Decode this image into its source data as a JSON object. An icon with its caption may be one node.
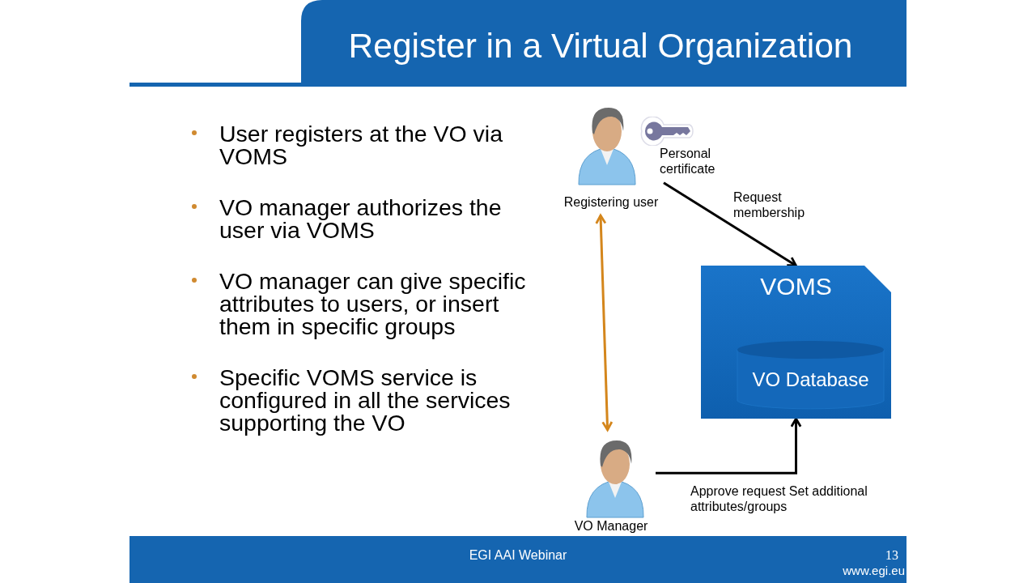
{
  "diagram": {
    "title": "Register in a Virtual Organization",
    "nodes": [
      {
        "text": [
          "Registering user"
        ],
        "beside": [
          "Personal certificate"
        ]
      },
      {
        "text": [
          "VOMS"
        ]
      },
      {
        "text": [
          "VO Database"
        ],
        "in": 1
      },
      {
        "text": [
          "VO Manager"
        ]
      }
    ],
    "edges": [
      {
        "from": 0,
        "to": 1,
        "arrow": "to",
        "label": "Request membership"
      },
      {
        "from": 0,
        "to": 3,
        "arrow": "both",
        "color": "#d4861c"
      },
      {
        "from": 3,
        "to": 1,
        "arrow": "to",
        "label": "Approve request Set additional attributes/groups"
      }
    ],
    "labels": [
      "User registers at the VO via VOMS",
      "VO manager authorizes the user via VOMS",
      "VO manager can give specific attributes to users, or insert them in specific groups",
      "Specific VOMS service is configured in all the services supporting the VO",
      "EGI AAI Webinar",
      "13",
      "www.egi.eu"
    ]
  }
}
